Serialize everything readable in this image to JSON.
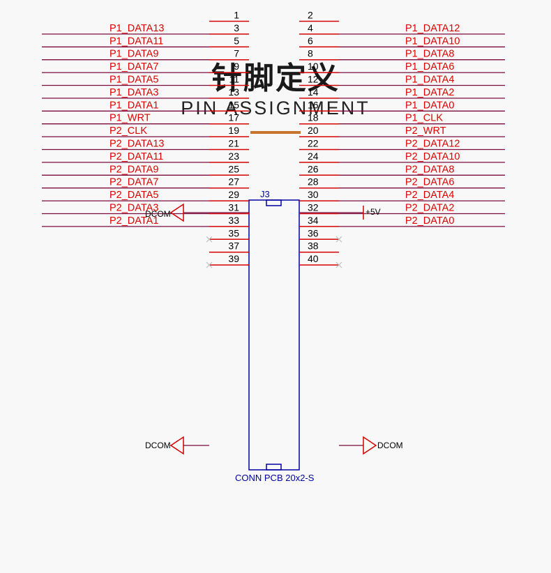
{
  "header": {
    "title_cn": "针脚定义",
    "title_en": "PIN ASSIGNMENT"
  },
  "connector": {
    "ref": "J3",
    "part": "CONN PCB 20x2-S"
  },
  "power": {
    "dcom": "DCOM",
    "vcc": "+5V"
  },
  "pins": [
    {
      "left_pin": "1",
      "left_net": "",
      "right_pin": "2",
      "right_net": ""
    },
    {
      "left_pin": "3",
      "left_net": "P1_DATA13",
      "right_pin": "4",
      "right_net": "P1_DATA12"
    },
    {
      "left_pin": "5",
      "left_net": "P1_DATA11",
      "right_pin": "6",
      "right_net": "P1_DATA10"
    },
    {
      "left_pin": "7",
      "left_net": "P1_DATA9",
      "right_pin": "8",
      "right_net": "P1_DATA8"
    },
    {
      "left_pin": "9",
      "left_net": "P1_DATA7",
      "right_pin": "10",
      "right_net": "P1_DATA6"
    },
    {
      "left_pin": "11",
      "left_net": "P1_DATA5",
      "right_pin": "12",
      "right_net": "P1_DATA4"
    },
    {
      "left_pin": "13",
      "left_net": "P1_DATA3",
      "right_pin": "14",
      "right_net": "P1_DATA2"
    },
    {
      "left_pin": "15",
      "left_net": "P1_DATA1",
      "right_pin": "16",
      "right_net": "P1_DATA0"
    },
    {
      "left_pin": "17",
      "left_net": "P1_WRT",
      "right_pin": "18",
      "right_net": "P1_CLK"
    },
    {
      "left_pin": "19",
      "left_net": "P2_CLK",
      "right_pin": "20",
      "right_net": "P2_WRT"
    },
    {
      "left_pin": "21",
      "left_net": "P2_DATA13",
      "right_pin": "22",
      "right_net": "P2_DATA12"
    },
    {
      "left_pin": "23",
      "left_net": "P2_DATA11",
      "right_pin": "24",
      "right_net": "P2_DATA10"
    },
    {
      "left_pin": "25",
      "left_net": "P2_DATA9",
      "right_pin": "26",
      "right_net": "P2_DATA8"
    },
    {
      "left_pin": "27",
      "left_net": "P2_DATA7",
      "right_pin": "28",
      "right_net": "P2_DATA6"
    },
    {
      "left_pin": "29",
      "left_net": "P2_DATA5",
      "right_pin": "30",
      "right_net": "P2_DATA4"
    },
    {
      "left_pin": "31",
      "left_net": "P2_DATA3",
      "right_pin": "32",
      "right_net": "P2_DATA2"
    },
    {
      "left_pin": "33",
      "left_net": "P2_DATA1",
      "right_pin": "34",
      "right_net": "P2_DATA0"
    },
    {
      "left_pin": "35",
      "left_net": "",
      "right_pin": "36",
      "right_net": ""
    },
    {
      "left_pin": "37",
      "left_net": "",
      "right_pin": "38",
      "right_net": ""
    },
    {
      "left_pin": "39",
      "left_net": "",
      "right_pin": "40",
      "right_net": ""
    }
  ],
  "colors": {
    "accent_bar": "#c8742c",
    "net_line": "#7a0a3c",
    "pin_line": "#d40000",
    "net_text": "#e00000",
    "connector": "#0000a0"
  }
}
